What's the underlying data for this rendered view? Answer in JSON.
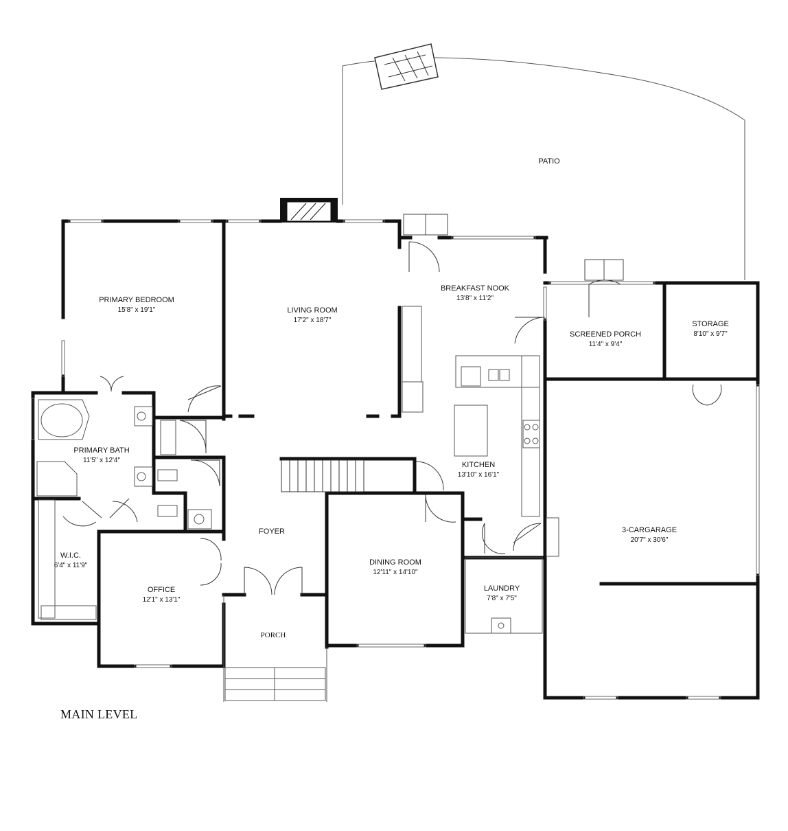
{
  "plan": {
    "level": "MAIN LEVEL",
    "rooms": [
      {
        "id": "patio",
        "name": "PATIO",
        "dims": ""
      },
      {
        "id": "primary-bedroom",
        "name": "PRIMARY BEDROOM",
        "dims": "15'8\" x 19'1\""
      },
      {
        "id": "living-room",
        "name": "LIVING ROOM",
        "dims": "17'2\" x 18'7\""
      },
      {
        "id": "breakfast-nook",
        "name": "BREAKFAST NOOK",
        "dims": "13'8\" x 11'2\""
      },
      {
        "id": "screened-porch",
        "name": "SCREENED PORCH",
        "dims": "11'4\" x 9'4\""
      },
      {
        "id": "storage",
        "name": "STORAGE",
        "dims": "8'10\" x 9'7\""
      },
      {
        "id": "primary-bath",
        "name": "PRIMARY BATH",
        "dims": "11'5\" x 12'4\""
      },
      {
        "id": "kitchen",
        "name": "KITCHEN",
        "dims": "13'10\" x 16'1\""
      },
      {
        "id": "foyer",
        "name": "FOYER",
        "dims": ""
      },
      {
        "id": "wic",
        "name": "W.I.C.",
        "dims": "6'4\" x 11'9\""
      },
      {
        "id": "dining-room",
        "name": "DINING ROOM",
        "dims": "12'11\" x 14'10\""
      },
      {
        "id": "garage",
        "name": "3-CARGARAGE",
        "dims": "20'7\" x 30'6\""
      },
      {
        "id": "office",
        "name": "OFFICE",
        "dims": "12'1\" x 13'1\""
      },
      {
        "id": "laundry",
        "name": "LAUNDRY",
        "dims": "7'8\" x 7'5\""
      },
      {
        "id": "porch",
        "name": "PORCH",
        "dims": ""
      }
    ]
  }
}
